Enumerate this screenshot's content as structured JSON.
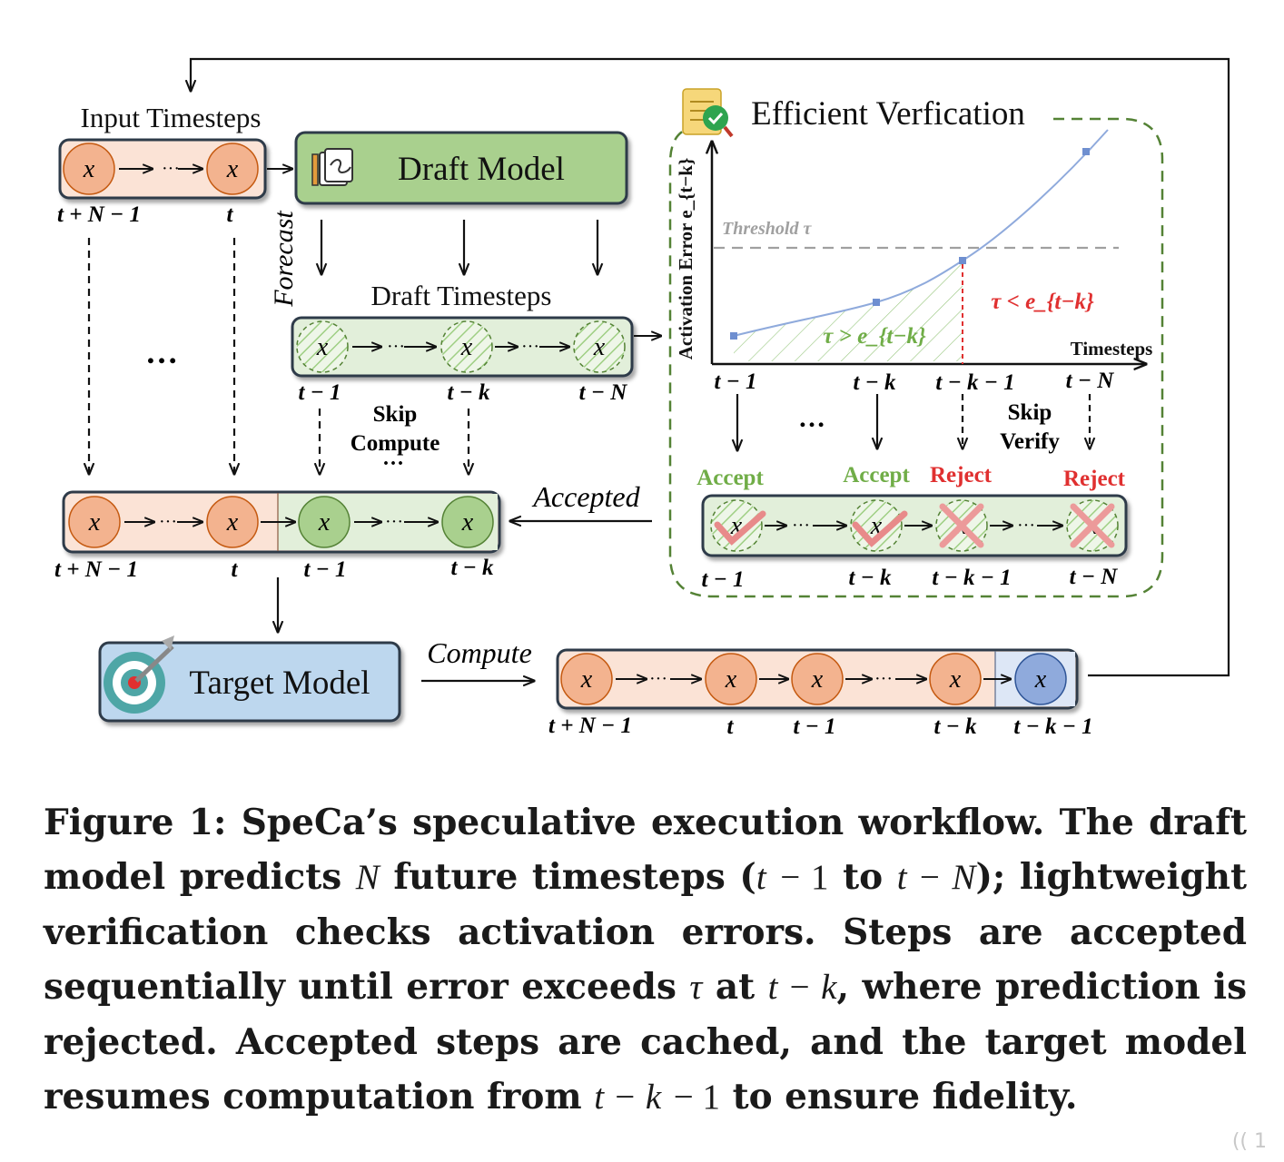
{
  "figure": {
    "input_title": "Input Timesteps",
    "draft_model_label": "Draft Model",
    "target_model_label": "Target Model",
    "draft_timesteps_title": "Draft Timesteps",
    "forecast_label": "Forecast",
    "skip_compute_line1": "Skip",
    "skip_compute_line2": "Compute",
    "accepted_label": "Accepted",
    "compute_label": "Compute",
    "verification_title": "Efficient Verfication",
    "node_symbol": "x",
    "ellipsis": "···",
    "dots": "…",
    "input_labels": [
      "t + N − 1",
      "t"
    ],
    "draft_labels": [
      "t − 1",
      "t − k",
      "t − N"
    ],
    "merged_labels": [
      "t + N − 1",
      "t",
      "t − 1",
      "t − k"
    ],
    "output_labels": [
      "t + N − 1",
      "t",
      "t − 1",
      "t − k",
      "t − k − 1"
    ],
    "verify_labels": [
      "t − 1",
      "t − k",
      "t − k − 1",
      "t − N"
    ],
    "verdicts": [
      "Accept",
      "Accept",
      "Reject",
      "Reject"
    ],
    "skip_verify_line1": "Skip",
    "skip_verify_line2": "Verify"
  },
  "chart_data": {
    "type": "line",
    "ylabel": "Activation Error e_{t−k}",
    "xlabel": "Timesteps",
    "categories": [
      "t − 1",
      "t − k",
      "t − k − 1",
      "t − N"
    ],
    "threshold_label": "Threshold τ",
    "region_below_label": "τ > e_{t−k}",
    "region_above_label": "τ < e_{t−k}",
    "trend": "error increases with timestep distance; crosses threshold τ after t − k"
  },
  "caption": {
    "figure_ref": "Figure 1:",
    "t1": "SpeCa’s speculative execution workflow. The draft model predicts",
    "m1": "N",
    "t2": "future timesteps (",
    "m2": "t",
    "r2": "− 1",
    "t3": "to",
    "m3": "t − N",
    "t4": "); lightweight verification checks activation errors. Steps are accepted sequentially until error exceeds",
    "m4": "τ",
    "t5": "at",
    "m5": "t − k",
    "t6": ", where prediction is rejected. Accepted steps are cached, and the target model resumes computation from",
    "m6": "t − k",
    "r6": "− 1",
    "t7": "to ensure fidelity."
  },
  "colors": {
    "input_fill": "#fbe3d6",
    "input_node": "#f3b38f",
    "draft_fill": "#a9d08e",
    "draft_seq_fill": "#e2efda",
    "draft_node": "#a9d08e",
    "target_fill": "#bdd7ee",
    "target_node": "#8faadc",
    "accept_color": "#70ad47",
    "reject_color": "#e03030",
    "threshold_color": "#a0a0a0",
    "curve_color": "#8faadc",
    "dashed_border": "#548235"
  },
  "watermark": "(( 1 ​"
}
